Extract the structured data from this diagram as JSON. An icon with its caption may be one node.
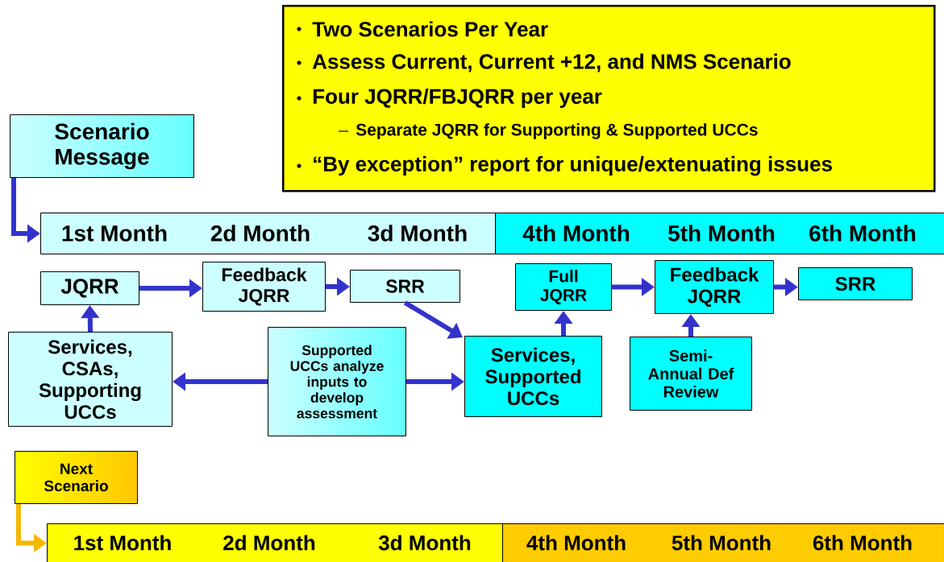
{
  "diagram": {
    "nodes": [
      {
        "text": [
          "Two Scenarios Per Year",
          "Assess Current, Current +12, and NMS Scenario",
          "Four JQRR/FBJQRR per year",
          "Separate JQRR for Supporting & Supported UCCs",
          "“By exception” report for unique/extenuating issues"
        ]
      },
      {
        "text": [
          "Scenario Message"
        ]
      },
      {
        "text": [
          "1st Month",
          "2d Month",
          "3d Month"
        ]
      },
      {
        "text": [
          "4th Month",
          "5th Month",
          "6th Month"
        ]
      },
      {
        "text": [
          "JQRR"
        ]
      },
      {
        "text": [
          "Feedback JQRR"
        ]
      },
      {
        "text": [
          "SRR"
        ]
      },
      {
        "text": [
          "Full JQRR"
        ]
      },
      {
        "text": [
          "Feedback JQRR"
        ]
      },
      {
        "text": [
          "SRR"
        ]
      },
      {
        "text": [
          "Services, CSAs, Supporting UCCs"
        ]
      },
      {
        "text": [
          "Supported UCCs analyze inputs to develop assessment"
        ]
      },
      {
        "text": [
          "Services, Supported UCCs"
        ]
      },
      {
        "text": [
          "Semi-Annual Def Review"
        ]
      },
      {
        "text": [
          "Next Scenario"
        ]
      },
      {
        "text": [
          "1st Month",
          "2d Month",
          "3d Month"
        ]
      },
      {
        "text": [
          "4th Month",
          "5th Month",
          "6th Month"
        ]
      }
    ],
    "edges": [
      {
        "from": 1,
        "to": 2,
        "arrow": "to"
      },
      {
        "from": 4,
        "to": 5,
        "arrow": "to"
      },
      {
        "from": 5,
        "to": 6,
        "arrow": "to"
      },
      {
        "from": 6,
        "to": 12,
        "arrow": "to"
      },
      {
        "from": 10,
        "to": 4,
        "arrow": "to"
      },
      {
        "from": 11,
        "to": 10,
        "arrow": "to"
      },
      {
        "from": 11,
        "to": 12,
        "arrow": "to"
      },
      {
        "from": 12,
        "to": 7,
        "arrow": "to"
      },
      {
        "from": 7,
        "to": 8,
        "arrow": "to"
      },
      {
        "from": 8,
        "to": 9,
        "arrow": "to"
      },
      {
        "from": 13,
        "to": 8,
        "arrow": "to"
      },
      {
        "from": 14,
        "to": 15,
        "arrow": "to",
        "color": "#f5b800"
      }
    ]
  }
}
